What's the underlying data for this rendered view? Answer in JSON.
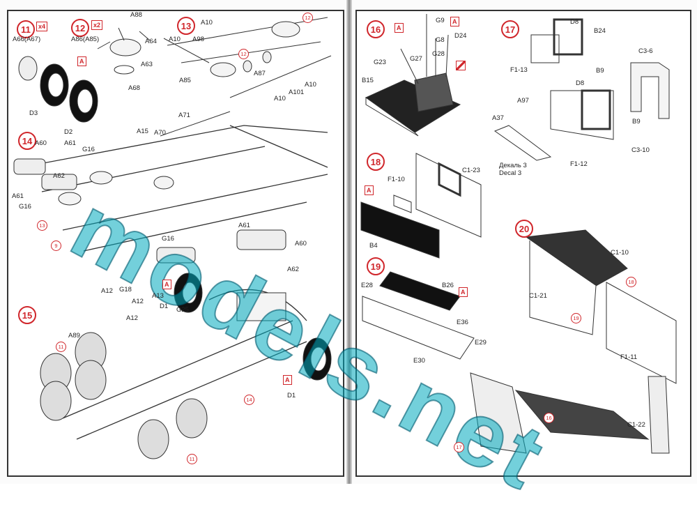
{
  "watermark": "models.net",
  "left_page": {
    "steps": [
      {
        "number": "11",
        "multiplier": "x4"
      },
      {
        "number": "12",
        "multiplier": "x2"
      },
      {
        "number": "13"
      },
      {
        "number": "14"
      },
      {
        "number": "15"
      }
    ],
    "labels": [
      "A66(A67)",
      "D3",
      "D2",
      "A88",
      "A86(A85)",
      "A64",
      "A63",
      "A68",
      "A10",
      "A10",
      "A98",
      "A87",
      "A85",
      "A10",
      "A101",
      "A10",
      "A60",
      "A61",
      "G16",
      "A15",
      "A70",
      "A71",
      "A62",
      "A61",
      "G16",
      "A61",
      "A60",
      "A62",
      "G16",
      "A12",
      "G18",
      "A13",
      "D1",
      "G25",
      "A12",
      "A12",
      "A89",
      "D1"
    ],
    "refs": [
      "12",
      "12",
      "13",
      "9",
      "11",
      "14",
      "11"
    ],
    "paint_boxes": [
      "A",
      "A",
      "A"
    ]
  },
  "right_page": {
    "steps": [
      {
        "number": "16"
      },
      {
        "number": "17"
      },
      {
        "number": "18"
      },
      {
        "number": "19"
      },
      {
        "number": "20"
      }
    ],
    "labels": [
      "G9",
      "G8",
      "D24",
      "G27",
      "G28",
      "G23",
      "B15",
      "D8",
      "B24",
      "F1-13",
      "C3-6",
      "B9",
      "D8",
      "A97",
      "B9",
      "A37",
      "C3-10",
      "F1-12",
      "Декаль 3",
      "Decal 3",
      "F1-10",
      "C1-23",
      "B4",
      "B26",
      "E28",
      "E36",
      "E29",
      "E30",
      "C1-10",
      "C1-21",
      "F1-11",
      "C1-22"
    ],
    "refs": [
      "18",
      "19",
      "16",
      "17"
    ],
    "paint_boxes": [
      "A",
      "A",
      "A",
      "A"
    ]
  },
  "colors": {
    "accent": "#d0262b",
    "watermark": "#00aabe"
  }
}
